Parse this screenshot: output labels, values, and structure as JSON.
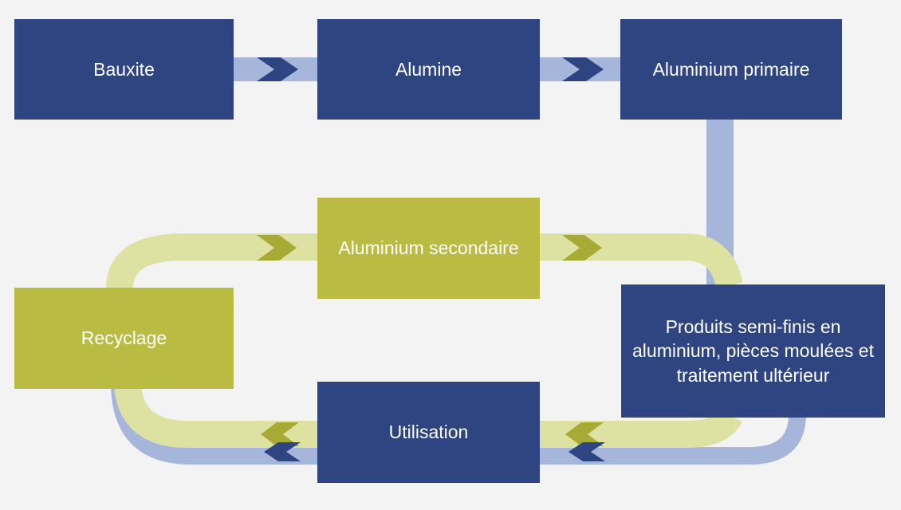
{
  "nodes": {
    "bauxite": "Bauxite",
    "alumine": "Alumine",
    "aluminium_primaire": "Aluminium primaire",
    "aluminium_secondaire": "Aluminium secondaire",
    "recyclage": "Recyclage",
    "produits": "Produits semi-finis en aluminium, pièces moulées et traitement ultérieur",
    "utilisation": "Utilisation"
  },
  "colors": {
    "background": "#f3f3f4",
    "primary_box": "#2e4581",
    "secondary_box": "#b9bb43",
    "primary_flow": "#a6b5da",
    "secondary_flow": "#dde2a2",
    "arrow_blue": "#2e4581",
    "arrow_green": "#a7aa35"
  }
}
